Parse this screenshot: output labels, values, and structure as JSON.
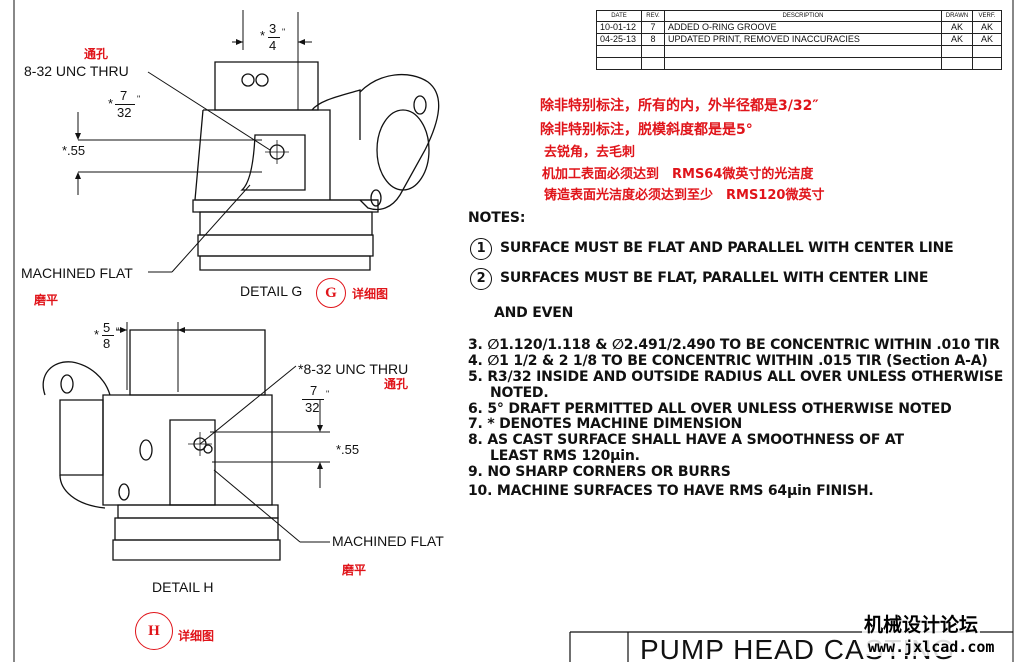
{
  "revision_table": {
    "headers": [
      "DATE",
      "REV.",
      "DESCRIPTION",
      "DRAWN",
      "VERF."
    ],
    "rows": [
      [
        "10-01-12",
        "7",
        "ADDED O-RING GROOVE",
        "AK",
        "AK"
      ],
      [
        "04-25-13",
        "8",
        "UPDATED PRINT, REMOVED INACCURACIES",
        "AK",
        "AK"
      ]
    ]
  },
  "chinese_notes": [
    "除非特别标注，所有的内，外半径都是3/32″",
    "除非特别标注，脱模斜度都是是5°",
    "去锐角，去毛刺",
    "机加工表面必须达到　RMS64微英寸的光洁度",
    "铸造表面光洁度必须达到至少　RMS120微英寸"
  ],
  "notes": {
    "heading": "NOTES:",
    "n1_num": "1",
    "n1": "SURFACE MUST BE FLAT AND PARALLEL WITH CENTER LINE",
    "n2_num": "2",
    "n2": "SURFACES MUST BE FLAT, PARALLEL WITH CENTER LINE",
    "n2b": "AND EVEN",
    "n3": "3.  ∅1.120/1.118 & ∅2.491/2.490 TO BE CONCENTRIC WITHIN .010 TIR",
    "n4": "4.  ∅1 1/2 & 2 1/8 TO BE CONCENTRIC WITHIN .015 TIR (Section A-A)",
    "n5": "5.  R3/32 INSIDE AND OUTSIDE RADIUS ALL OVER UNLESS OTHERWISE",
    "n5b": "NOTED.",
    "n6": "6.  5° DRAFT PERMITTED ALL OVER UNLESS OTHERWISE NOTED",
    "n7": "7.  * DENOTES MACHINE DIMENSION",
    "n8": "8.  AS CAST SURFACE SHALL HAVE A SMOOTHNESS OF AT",
    "n8b": "LEAST RMS 120μin.",
    "n9": "9.  NO SHARP CORNERS OR BURRS",
    "n10": "10. MACHINE SURFACES TO HAVE RMS 64μin FINISH."
  },
  "detail_g": {
    "thread_label": "8-32 UNC  THRU",
    "thread_cn": "通孔",
    "dim_top_star": "*",
    "dim_top_num": "3",
    "dim_top_den": "4",
    "dim_top_inch": "\"",
    "dim_mid_star": "*",
    "dim_mid_num": "7",
    "dim_mid_den": "32",
    "dim_mid_inch": "\"",
    "dim_055": "*.55",
    "flat_label": "MACHINED FLAT",
    "flat_cn": "磨平",
    "title": "DETAIL G",
    "letter": "G",
    "title_cn": "详细图"
  },
  "detail_h": {
    "dim_top_star": "*",
    "dim_top_num": "5",
    "dim_top_den": "8",
    "dim_top_inch": "\"",
    "thread_label": "*8-32 UNC  THRU",
    "thread_cn": "通孔",
    "dim_mid_num": "7",
    "dim_mid_den": "32",
    "dim_mid_inch": "\"",
    "dim_055": "*.55",
    "flat_label": "MACHINED FLAT",
    "flat_cn": "磨平",
    "title": "DETAIL H",
    "letter": "H",
    "title_cn": "详细图"
  },
  "title_block": {
    "title": "PUMP HEAD CASTING"
  },
  "watermark": {
    "cn": "机械设计论坛",
    "url": "www.jxlcad.com"
  }
}
